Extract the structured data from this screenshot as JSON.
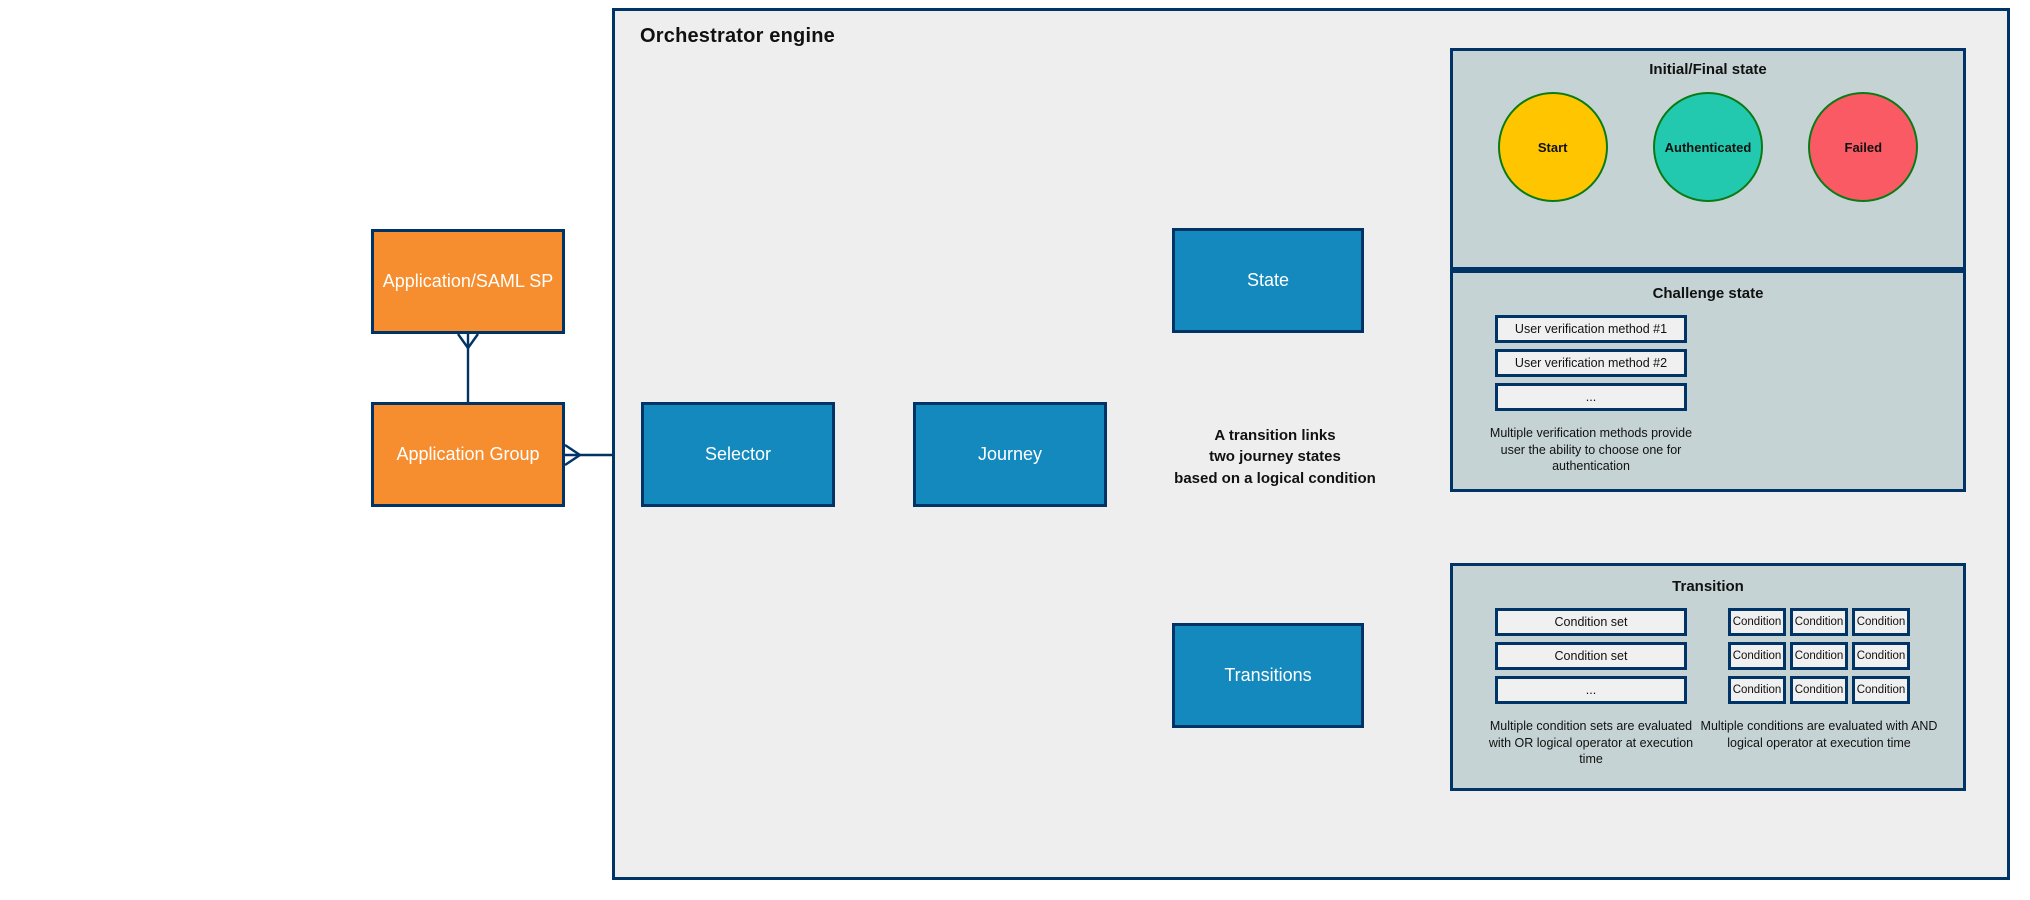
{
  "engine": {
    "title": "Orchestrator engine"
  },
  "nodes": {
    "application": "Application/SAML SP",
    "application_group": "Application Group",
    "selector": "Selector",
    "journey": "Journey",
    "state": "State",
    "transitions": "Transitions"
  },
  "center_note": {
    "line1": "A transition links",
    "line2": "two journey states",
    "line3": "based on a logical condition"
  },
  "panels": {
    "initial_final": {
      "title": "Initial/Final state",
      "circles": [
        {
          "label": "Start",
          "color": "#FFC600",
          "border": "#0a7a15"
        },
        {
          "label": "Authenticated",
          "color": "#22C9AE",
          "border": "#0a7a15"
        },
        {
          "label": "Failed",
          "color": "#FA5A64",
          "border": "#0a7a15"
        }
      ]
    },
    "challenge": {
      "title": "Challenge state",
      "items": [
        "User verification method #1",
        "User verification method #2",
        "..."
      ],
      "caption": "Multiple verification methods provide user the ability to choose one for authentication"
    },
    "transition": {
      "title": "Transition",
      "condition_sets": [
        "Condition set",
        "Condition set",
        "..."
      ],
      "condition_sets_caption": "Multiple condition sets are evaluated with OR logical operator at execution time",
      "condition_rows": [
        [
          "Condition",
          "Condition",
          "Condition"
        ],
        [
          "Condition",
          "Condition",
          "Condition"
        ],
        [
          "Condition",
          "Condition",
          "Condition"
        ]
      ],
      "conditions_caption": "Multiple conditions are evaluated with AND logical operator at execution time"
    }
  },
  "colors": {
    "orange": "#F68D2E",
    "blue": "#1389BE",
    "panel_bg": "#C5D3D4",
    "engine_bg": "#eeeeee",
    "stroke": "#003366"
  }
}
